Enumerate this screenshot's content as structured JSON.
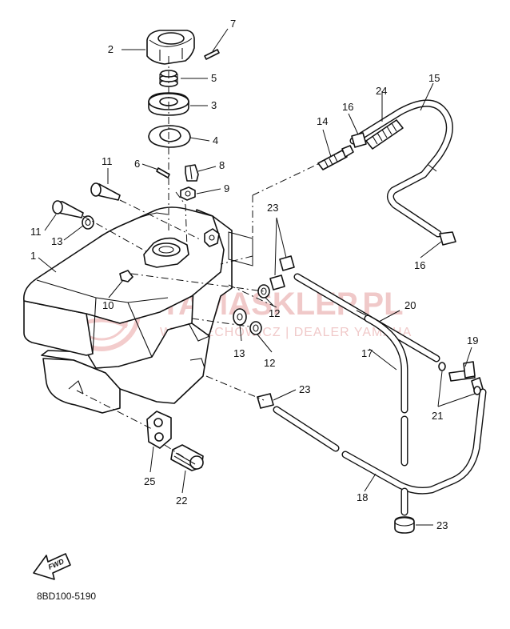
{
  "diagram": {
    "part_code": "8BD100-5190",
    "fwd_label": "FWD",
    "watermark": {
      "brand": "YAMASKLEP.PL",
      "tagline": "WOJCIECHOWICZ | DEALER YAMAHA"
    },
    "callouts": {
      "c1": "1",
      "c2": "2",
      "c3": "3",
      "c4": "4",
      "c5": "5",
      "c6": "6",
      "c7": "7",
      "c8": "8",
      "c9": "9",
      "c10": "10",
      "c11a": "11",
      "c11b": "11",
      "c12a": "12",
      "c12b": "12",
      "c13a": "13",
      "c13b": "13",
      "c14": "14",
      "c15": "15",
      "c16a": "16",
      "c16b": "16",
      "c17": "17",
      "c18": "18",
      "c19": "19",
      "c20": "20",
      "c21": "21",
      "c22": "22",
      "c23a": "23",
      "c23b": "23",
      "c23c": "23",
      "c24": "24",
      "c25": "25"
    }
  }
}
